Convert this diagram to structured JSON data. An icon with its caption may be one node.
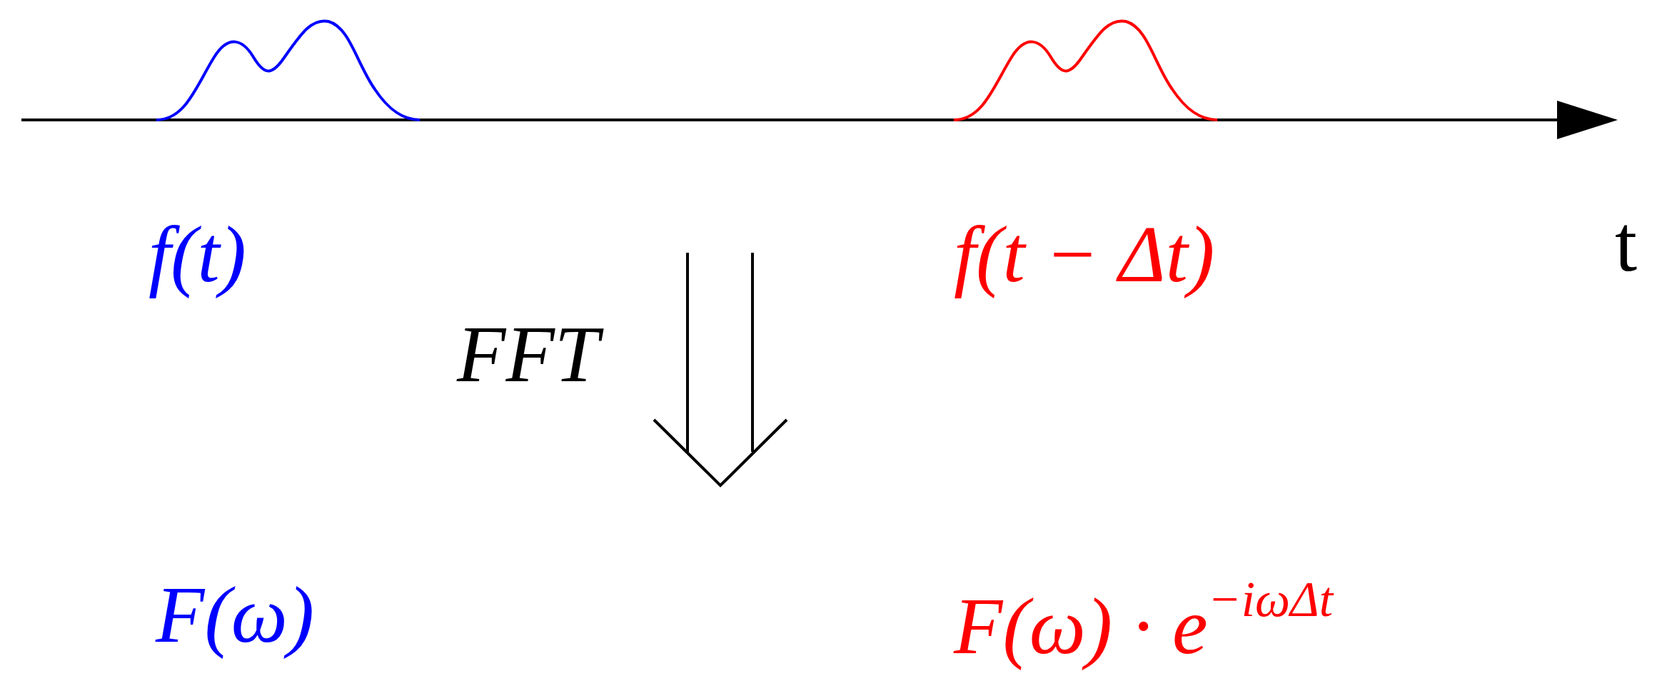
{
  "diagram": {
    "labels": [
      "f(t)",
      "f(t − Δt)",
      "t",
      "FFT",
      "F(ω)",
      "F(ω) · e$^{−iωΔt}$"
    ]
  }
}
